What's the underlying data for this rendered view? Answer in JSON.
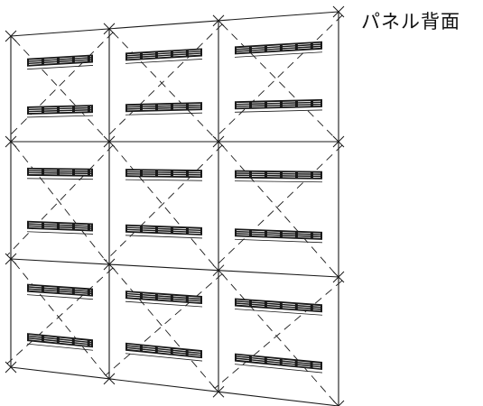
{
  "caption": "パネル背面",
  "colors": {
    "line": "#1a1a1a",
    "background": "#ffffff"
  },
  "diagram": {
    "grid_rows": 3,
    "grid_cols": 3,
    "slots_per_panel": 2
  }
}
